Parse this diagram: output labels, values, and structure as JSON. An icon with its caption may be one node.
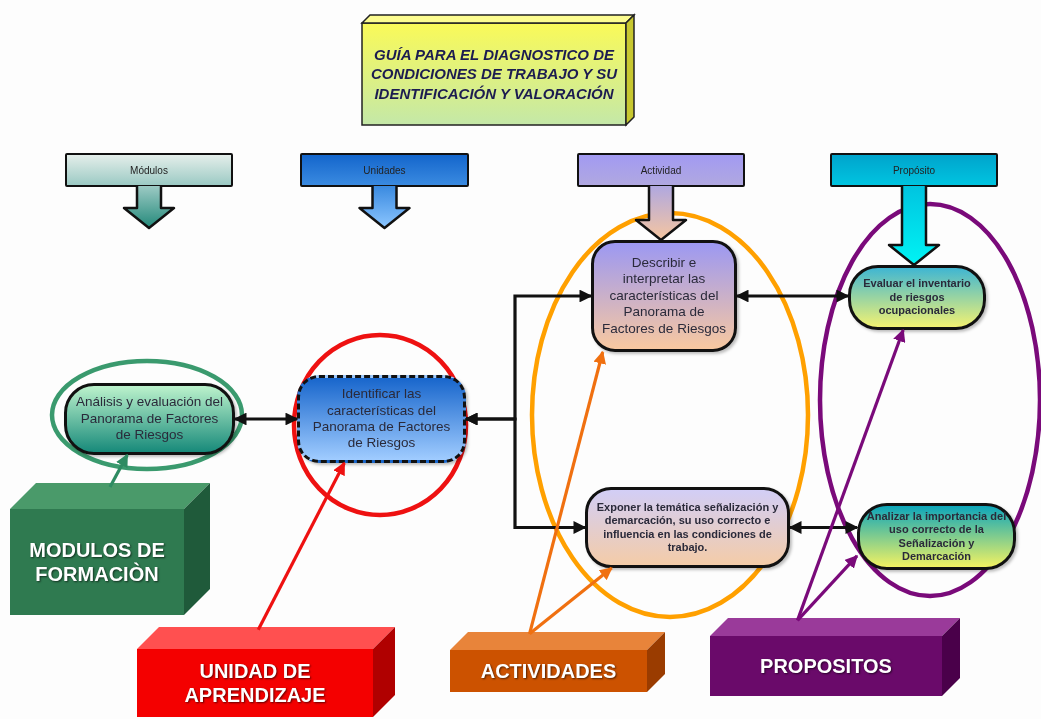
{
  "diagram": {
    "nodes": [
      {
        "text": [
          "GUÍA PARA EL DIAGNOSTICO DE CONDICIONES DE TRABAJO Y SU IDENTIFICACIÓN Y VALORACIÓN"
        ]
      },
      {
        "text": [
          "Módulos"
        ]
      },
      {
        "text": [
          "Unidades"
        ]
      },
      {
        "text": [
          "Actividad"
        ]
      },
      {
        "text": [
          "Propósito"
        ]
      },
      {
        "text": [
          "Análisis y evaluación del Panorama de Factores de Riesgos"
        ]
      },
      {
        "text": [
          "Identificar las características del Panorama de Factores de Riesgos"
        ]
      },
      {
        "text": [
          "Describir e interpretar las características del Panorama de Factores de Riesgos"
        ]
      },
      {
        "text": [
          "Exponer la temática señalización y demarcación, su uso correcto e influencia en las condiciones de trabajo."
        ]
      },
      {
        "text": [
          "Evaluar el inventario de riesgos ocupacionales"
        ]
      },
      {
        "text": [
          "Analizar  la importancia del uso correcto de la Señalización y Demarcación"
        ]
      },
      {
        "text": [
          "MODULOS DE FORMACIÒN"
        ]
      },
      {
        "text": [
          "UNIDAD DE APRENDIZAJE"
        ]
      },
      {
        "text": [
          "ACTIVIDADES"
        ]
      },
      {
        "text": [
          "PROPOSITOS"
        ]
      }
    ],
    "edges": [
      {
        "from": 5,
        "to": 6,
        "arrow": "both"
      },
      {
        "from": 6,
        "to": 7,
        "arrow": "both"
      },
      {
        "from": 6,
        "to": 8,
        "arrow": "both"
      },
      {
        "from": 7,
        "to": 9,
        "arrow": "both"
      },
      {
        "from": 8,
        "to": 10,
        "arrow": "both"
      },
      {
        "from": 11,
        "to": 5,
        "arrow": "to",
        "color": "#2e8b62"
      },
      {
        "from": 12,
        "to": 6,
        "arrow": "to",
        "color": "#ee1111"
      },
      {
        "from": 13,
        "to": 7,
        "arrow": "to",
        "color": "#f07010"
      },
      {
        "from": 13,
        "to": 8,
        "arrow": "to",
        "color": "#f07010"
      },
      {
        "from": 14,
        "to": 9,
        "arrow": "to",
        "color": "#7a0a7a"
      },
      {
        "from": 14,
        "to": 10,
        "arrow": "to",
        "color": "#7a0a7a"
      },
      {
        "from": 1,
        "to": null,
        "arrow": "to"
      },
      {
        "from": 2,
        "to": null,
        "arrow": "to"
      },
      {
        "from": 3,
        "to": 7,
        "arrow": "to"
      },
      {
        "from": 4,
        "to": 9,
        "arrow": "to"
      }
    ]
  }
}
